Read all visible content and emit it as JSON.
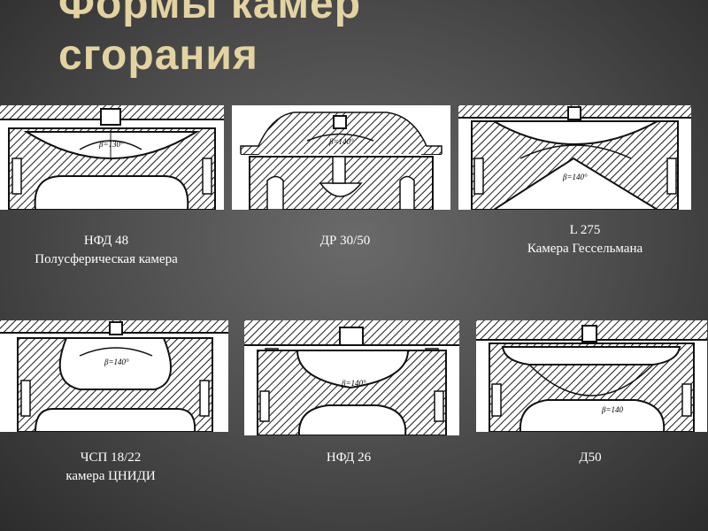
{
  "title": {
    "line1": "Формы камер",
    "line2": "сгорания"
  },
  "figures": [
    {
      "beta": "β=130°",
      "caption1": "НФД 48",
      "caption2": "Полусферическая камера"
    },
    {
      "beta": "β=140°",
      "caption1": "ДР 30/50",
      "caption2": ""
    },
    {
      "beta": "β=140°",
      "caption1": "L 275",
      "caption2": "Камера Гессельмана"
    },
    {
      "beta": "β=140°",
      "caption1": "ЧСП 18/22",
      "caption2": "камера ЦНИДИ"
    },
    {
      "beta": "β=140°",
      "caption1": "НФД 26",
      "caption2": ""
    },
    {
      "beta": "β=140",
      "caption1": "Д50",
      "caption2": ""
    }
  ]
}
